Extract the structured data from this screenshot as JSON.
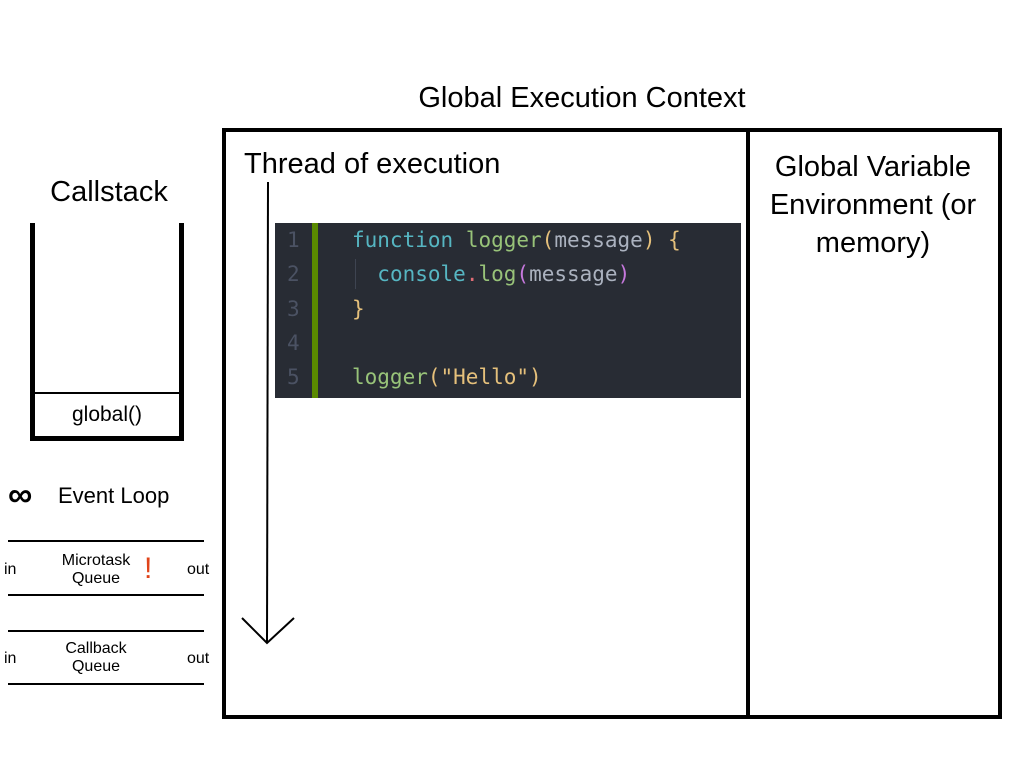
{
  "global_execution_context": {
    "title": "Global Execution Context",
    "thread": {
      "title": "Thread of execution",
      "arrow_icon": "arrow-down-icon"
    },
    "variable_environment": {
      "title_line1": "Global Variable",
      "title_line2": "Environment (or",
      "title_line3": "memory)"
    }
  },
  "code": {
    "line_numbers": [
      "1",
      "2",
      "3",
      "4",
      "5"
    ],
    "lines": [
      {
        "tokens": [
          {
            "t": "function",
            "c": "kw"
          },
          {
            "t": " ",
            "c": ""
          },
          {
            "t": "logger",
            "c": "fn"
          },
          {
            "t": "(",
            "c": "paren"
          },
          {
            "t": "message",
            "c": "param"
          },
          {
            "t": ")",
            "c": "paren"
          },
          {
            "t": " ",
            "c": ""
          },
          {
            "t": "{",
            "c": "brace"
          }
        ]
      },
      {
        "tokens": [
          {
            "t": "  ",
            "c": ""
          },
          {
            "t": "console",
            "c": "obj"
          },
          {
            "t": ".",
            "c": "dot"
          },
          {
            "t": "log",
            "c": "log"
          },
          {
            "t": "(",
            "c": "paren2"
          },
          {
            "t": "message",
            "c": "param"
          },
          {
            "t": ")",
            "c": "paren2"
          }
        ]
      },
      {
        "tokens": [
          {
            "t": "}",
            "c": "brace"
          }
        ]
      },
      {
        "tokens": []
      },
      {
        "tokens": [
          {
            "t": "logger",
            "c": "fn"
          },
          {
            "t": "(",
            "c": "paren"
          },
          {
            "t": "\"Hello\"",
            "c": "str"
          },
          {
            "t": ")",
            "c": "paren"
          }
        ]
      }
    ],
    "colors": {
      "background": "#282c34",
      "gutter_marker": "#5a8a00",
      "keyword": "#56b6c2",
      "function": "#98c379",
      "string": "#e5c07b"
    }
  },
  "callstack": {
    "title": "Callstack",
    "frames": [
      "global()"
    ]
  },
  "event_loop": {
    "icon": "infinity-icon",
    "icon_glyph": "∞",
    "label": "Event Loop"
  },
  "queues": {
    "microtask": {
      "in_label": "in",
      "name_line1": "Microtask",
      "name_line2": "Queue",
      "priority_mark": "!",
      "priority_color": "#e0441a",
      "out_label": "out"
    },
    "callback": {
      "in_label": "in",
      "name_line1": "Callback",
      "name_line2": "Queue",
      "out_label": "out"
    }
  }
}
